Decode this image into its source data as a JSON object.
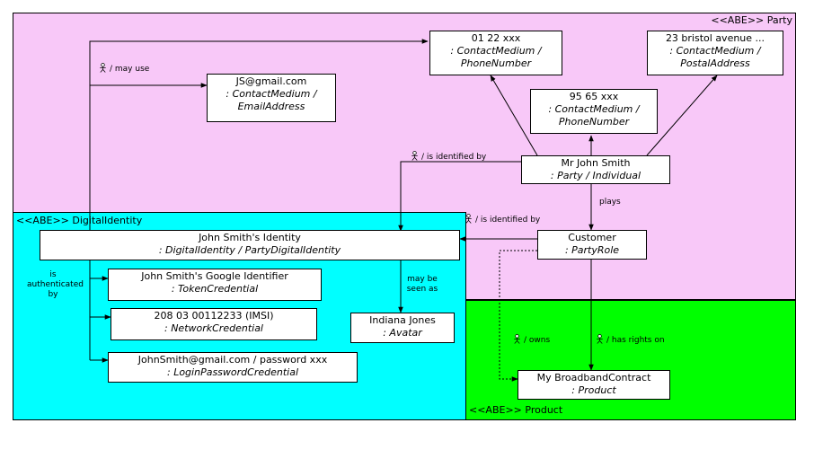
{
  "regions": {
    "party": "<<ABE>> Party",
    "digital_identity": "<<ABE>> DigitalIdentity",
    "product": "<<ABE>> Product"
  },
  "nodes": {
    "phone1": {
      "name": "01 22 xxx",
      "type": ": ContactMedium / PhoneNumber"
    },
    "postal": {
      "name": "23 bristol avenue ...",
      "type": ": ContactMedium / PostalAddress"
    },
    "email": {
      "name": "JS@gmail.com",
      "type": ": ContactMedium / EmailAddress"
    },
    "phone2": {
      "name": "95 65 xxx",
      "type": ": ContactMedium / PhoneNumber"
    },
    "individual": {
      "name": "Mr John Smith",
      "type": ": Party / Individual"
    },
    "identity": {
      "name": "John Smith's Identity",
      "type": ": DigitalIdentity / PartyDigitalIdentity"
    },
    "customer": {
      "name": "Customer",
      "type": ": PartyRole"
    },
    "google": {
      "name": "John Smith's Google Identifier",
      "type": ": TokenCredential"
    },
    "imsi": {
      "name": "208 03 00112233 (IMSI)",
      "type": ": NetworkCredential"
    },
    "login": {
      "name": "JohnSmith@gmail.com / password xxx",
      "type": ": LoginPasswordCredential"
    },
    "avatar": {
      "name": "Indiana Jones",
      "type": ": Avatar"
    },
    "contract": {
      "name": "My BroadbandContract",
      "type": ": Product"
    }
  },
  "edge_labels": {
    "may_use": "/ may use",
    "identified_by_1": "/ is identified by",
    "identified_by_2": "/ is identified by",
    "plays": "plays",
    "authenticated_by": "is authenticated by",
    "may_be_seen_as": "may be seen as",
    "owns": "/ owns",
    "has_rights_on": "/ has rights on"
  },
  "icons": {
    "role": "role-actor-icon"
  },
  "colors": {
    "party": "#f8c8f8",
    "digital_identity": "#00ffff",
    "product": "#00ff00"
  }
}
